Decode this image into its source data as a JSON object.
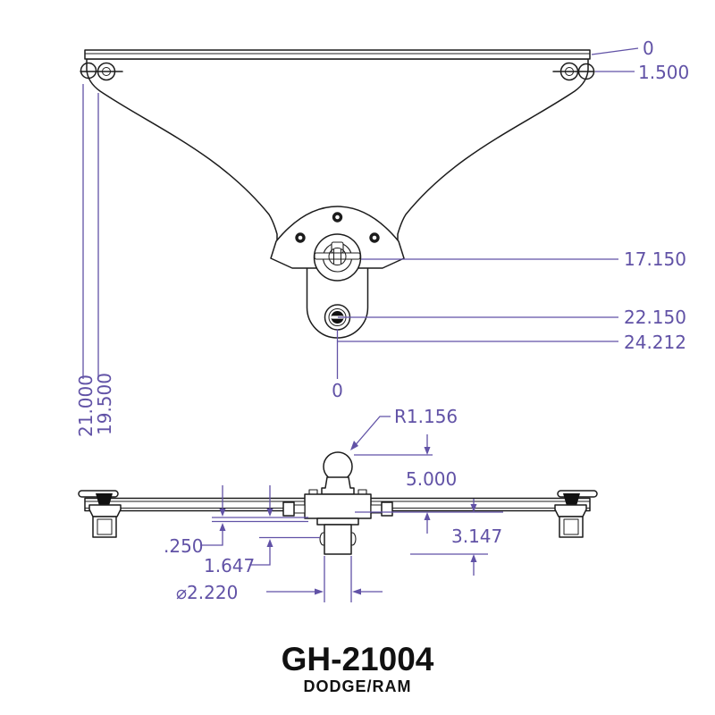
{
  "drawing": {
    "part_number": "GH-21004",
    "application": "DODGE/RAM",
    "colors": {
      "dimension": "#6152a6",
      "line": "#1c1c1c",
      "background": "#ffffff",
      "title": "#111111"
    },
    "top_view": {
      "dims": {
        "datum_zero": "0",
        "clip_offset": "1.500",
        "ball_pin_center": "17.150",
        "lock_pin_center": "22.150",
        "plate_bottom": "24.212",
        "overall_length": "21.000",
        "pin_span": "19.500",
        "center_zero": "0"
      }
    },
    "front_view": {
      "dims": {
        "ball_radius": "R1.156",
        "ball_height": "5.000",
        "rail_thickness": ".250",
        "drop_offset": "1.647",
        "under_rail": "3.147",
        "post_diameter": "⌀2.220"
      }
    }
  }
}
